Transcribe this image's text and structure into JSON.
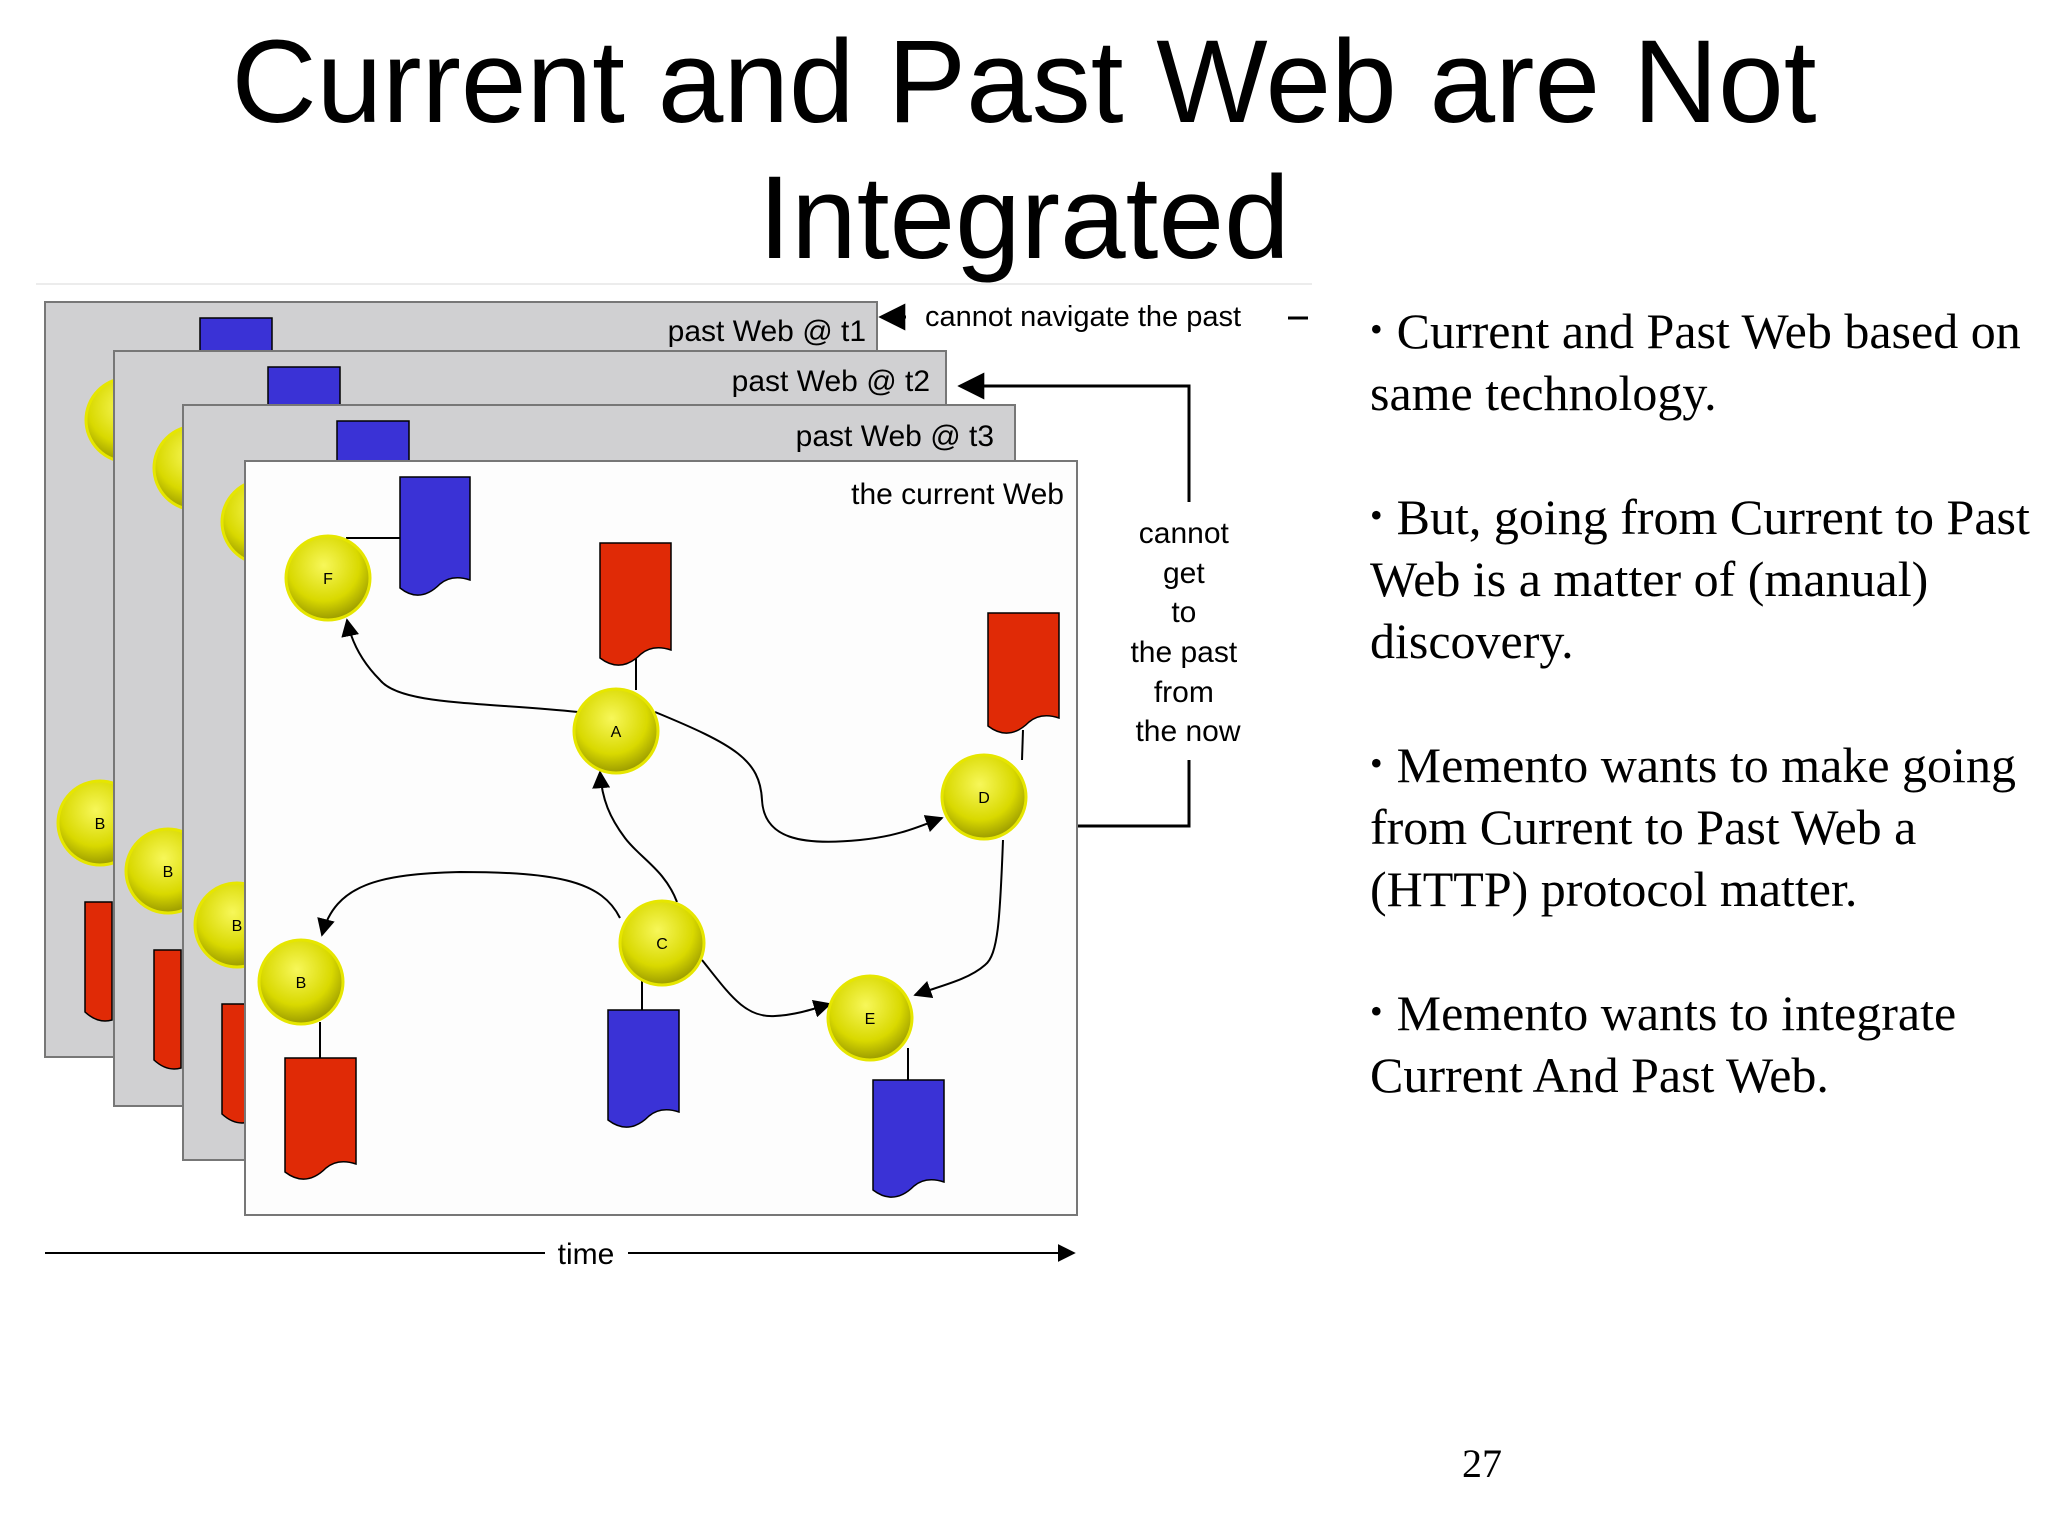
{
  "slide": {
    "title_line1": "Current and Past Web are Not",
    "title_line2": "Integrated",
    "page_number": "27"
  },
  "diagram": {
    "layers": [
      {
        "label": "past Web @ t1"
      },
      {
        "label": "past Web @ t2"
      },
      {
        "label": "past Web @ t3"
      },
      {
        "label": "the current Web"
      }
    ],
    "nodes": {
      "front": [
        "F",
        "A",
        "D",
        "C",
        "B",
        "E"
      ],
      "behind": [
        "B",
        "B",
        "B"
      ]
    },
    "annotations": {
      "navigate": "cannot navigate the past",
      "cannot_get_lines": [
        "cannot",
        "get",
        "to",
        "the past",
        "from",
        "the now"
      ],
      "time_axis": "time"
    },
    "colors": {
      "layer_back": "#d0d0d2",
      "layer_front": "#fdfdfd",
      "node": "#e4e400",
      "doc_red": "#e02a06",
      "doc_blue": "#3a32d6"
    }
  },
  "bullets": [
    "Current and Past Web based on same technology.",
    "But, going from Current to Past Web is a matter of (manual) discovery.",
    "Memento wants to make going from Current to Past Web a (HTTP) protocol matter.",
    "Memento wants to integrate Current And Past Web."
  ]
}
